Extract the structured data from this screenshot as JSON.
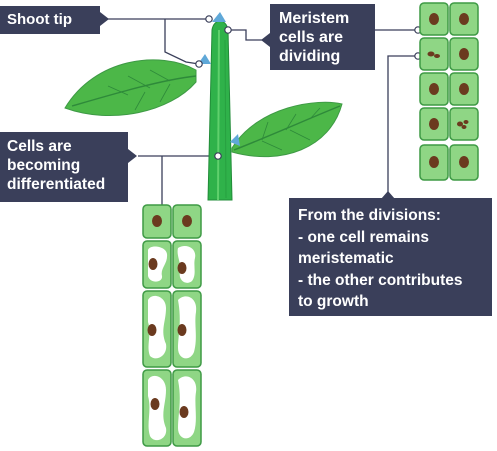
{
  "labels": {
    "shoot_tip": "Shoot tip",
    "meristem": [
      "Meristem",
      "cells are",
      "dividing"
    ],
    "differentiated": [
      "Cells are",
      "becoming",
      "differentiated"
    ],
    "divisions": [
      "From the divisions:",
      "- one cell remains",
      "meristematic",
      "- the other contributes",
      "to growth"
    ]
  },
  "colors": {
    "label_bg": "#3a3f5a",
    "stem": "#2fb24a",
    "leaf": "#4cb748",
    "cell_fill": "#8fd685",
    "cell_border": "#3e9a45",
    "nucleus": "#6b3a1f",
    "vacuole": "#ffffff"
  }
}
